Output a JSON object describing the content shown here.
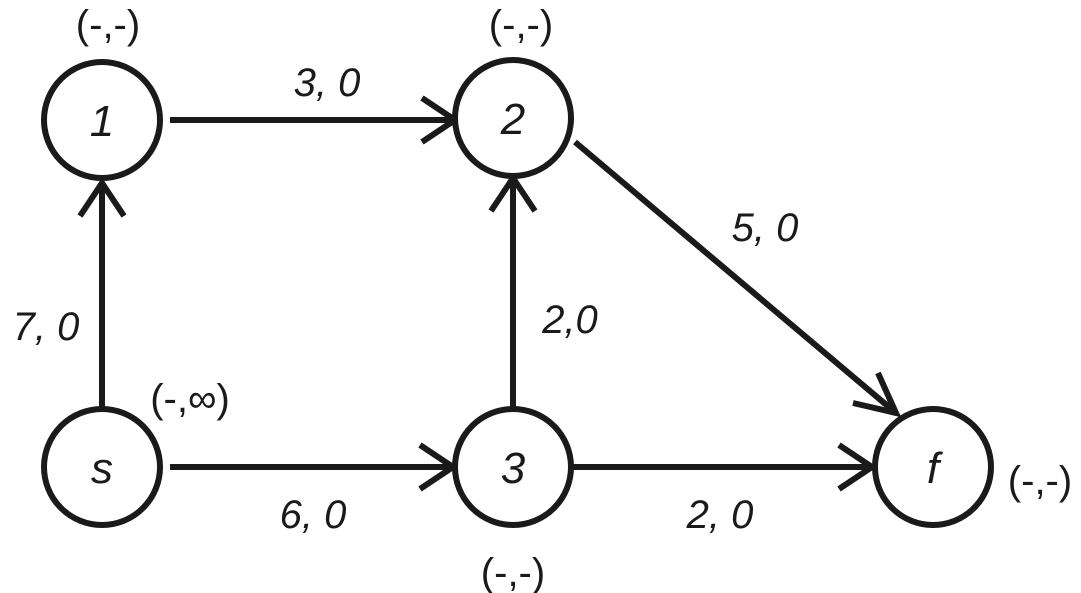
{
  "nodes": {
    "n1": {
      "label": "1",
      "mark": "(-,-)"
    },
    "n2": {
      "label": "2",
      "mark": "(-,-)"
    },
    "s": {
      "label": "s",
      "mark": "(-,∞)"
    },
    "n3": {
      "label": "3",
      "mark": "(-,-)"
    },
    "f": {
      "label": "f",
      "mark": "(-,-)"
    }
  },
  "edges": {
    "e_1_2": {
      "from": "1",
      "to": "2",
      "label": "3, 0"
    },
    "e_s_1": {
      "from": "s",
      "to": "1",
      "label": "7, 0"
    },
    "e_s_3": {
      "from": "s",
      "to": "3",
      "label": "6, 0"
    },
    "e_3_2": {
      "from": "3",
      "to": "2",
      "label": "2,0"
    },
    "e_2_f": {
      "from": "2",
      "to": "f",
      "label": "5, 0"
    },
    "e_3_f": {
      "from": "3",
      "to": "f",
      "label": "2, 0"
    }
  }
}
